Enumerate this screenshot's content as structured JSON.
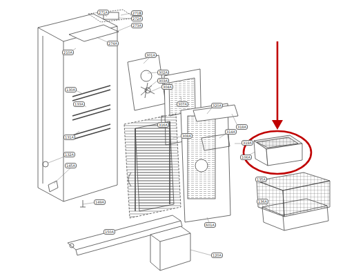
{
  "diagram": {
    "labels": [
      "271A",
      "271B",
      "272A",
      "273A",
      "274A",
      "210A",
      "130A",
      "133A",
      "131A",
      "132A",
      "145A",
      "301A",
      "302A",
      "303A",
      "304A",
      "307A",
      "316A",
      "308A",
      "320A",
      "314A",
      "318A",
      "319A",
      "106A",
      "135A",
      "136A",
      "149A",
      "150A",
      "601A",
      "120A"
    ]
  }
}
